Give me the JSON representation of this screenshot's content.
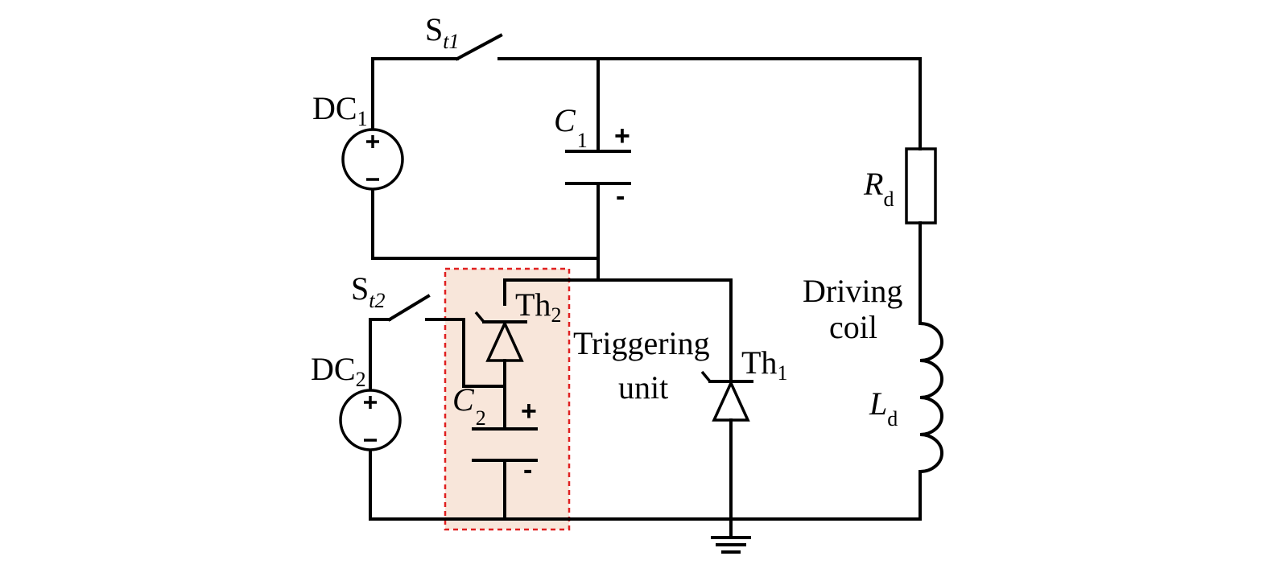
{
  "labels": {
    "st1_main": "S",
    "st1_sub": "t1",
    "st2_main": "S",
    "st2_sub": "t2",
    "dc1_main": "DC",
    "dc1_sub": "1",
    "dc2_main": "DC",
    "dc2_sub": "2",
    "c1_main": "C",
    "c1_sub": "1",
    "c2_main": "C",
    "c2_sub": "2",
    "rd_main": "R",
    "rd_sub": "d",
    "ld_main": "L",
    "ld_sub": "d",
    "th1_main": "Th",
    "th1_sub": "1",
    "th2_main": "Th",
    "th2_sub": "2",
    "driving_coil_line1": "Driving",
    "driving_coil_line2": "coil",
    "triggering_unit_line1": "Triggering",
    "triggering_unit_line2": "unit"
  },
  "signs": {
    "plus": "+",
    "minus": "-"
  },
  "colors": {
    "highlight_fill": "#f8e6da",
    "highlight_border": "#e02020",
    "wire": "#000000"
  }
}
